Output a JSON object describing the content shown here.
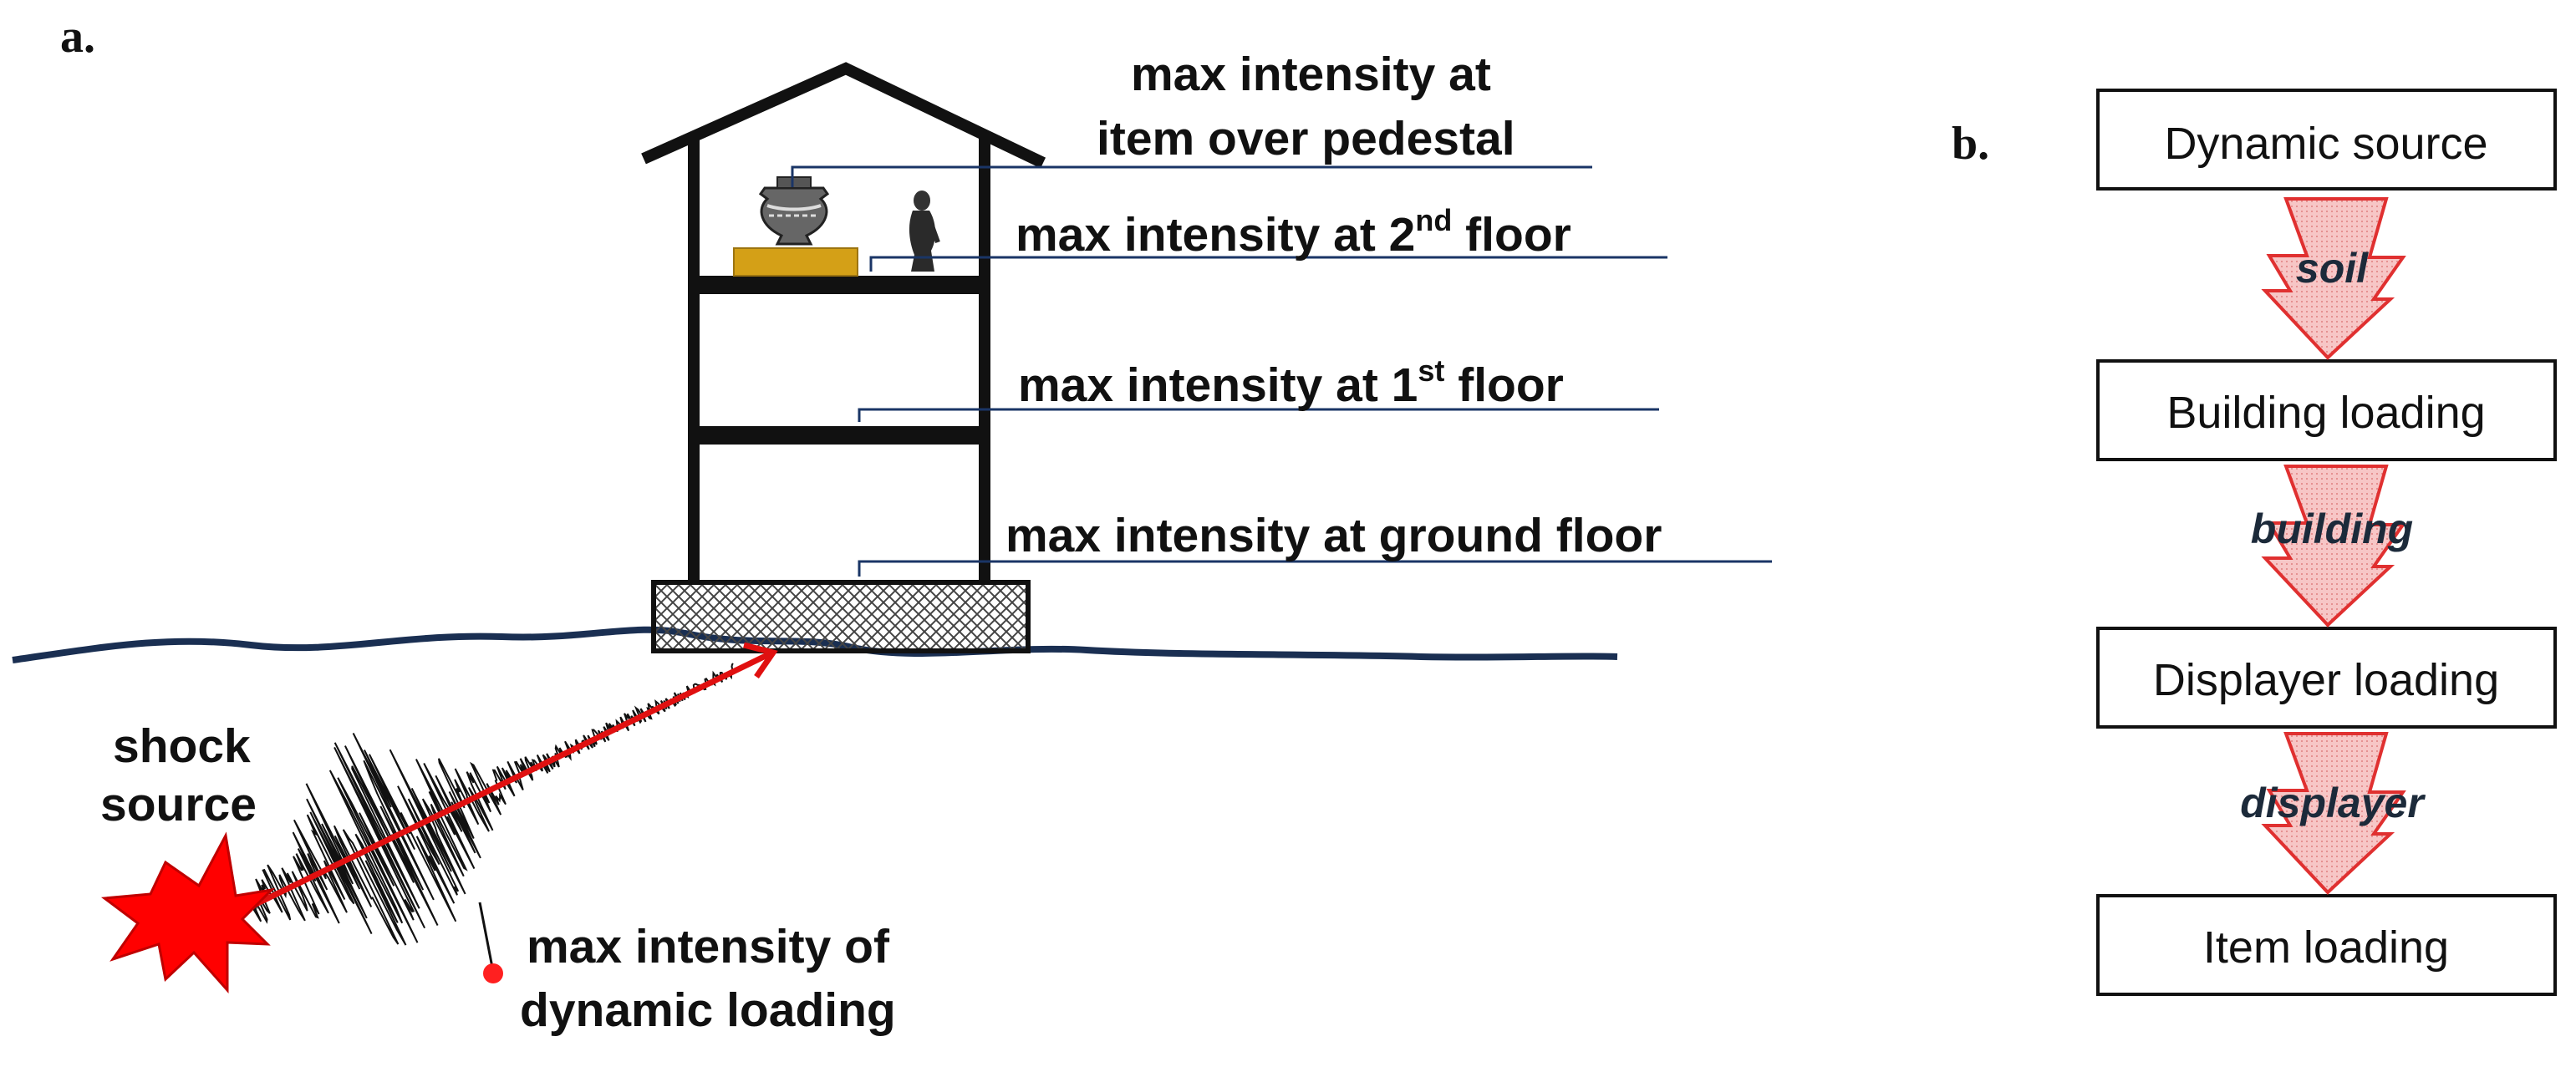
{
  "panel_a": {
    "label": "a.",
    "labels": {
      "pedestal_line1": "max intensity at",
      "pedestal_line2": "item over pedestal",
      "second_floor": "max intensity at 2",
      "second_floor_sup": "nd",
      "second_floor_tail": " floor",
      "first_floor": "max intensity at 1",
      "first_floor_sup": "st",
      "first_floor_tail": " floor",
      "ground_floor": "max intensity at ground floor",
      "shock_line1": "shock",
      "shock_line2": "source",
      "dynamic_line1": "max intensity of",
      "dynamic_line2": "dynamic loading"
    },
    "colors": {
      "structure": "#111111",
      "pedestal": "#d4a017",
      "ground_line": "#1a2f52",
      "leader_line": "#1a3566",
      "shock": "#ff0000",
      "ray": "#e01010"
    }
  },
  "panel_b": {
    "label": "b.",
    "boxes": [
      "Dynamic source",
      "Building loading",
      "Displayer loading",
      "Item loading"
    ],
    "transitions": [
      "soil",
      "building",
      "displayer"
    ],
    "colors": {
      "arrow_fill": "#f7c6c6",
      "arrow_stroke": "#e03030",
      "box_stroke": "#111111",
      "transition_text": "#1c2a3a"
    }
  }
}
